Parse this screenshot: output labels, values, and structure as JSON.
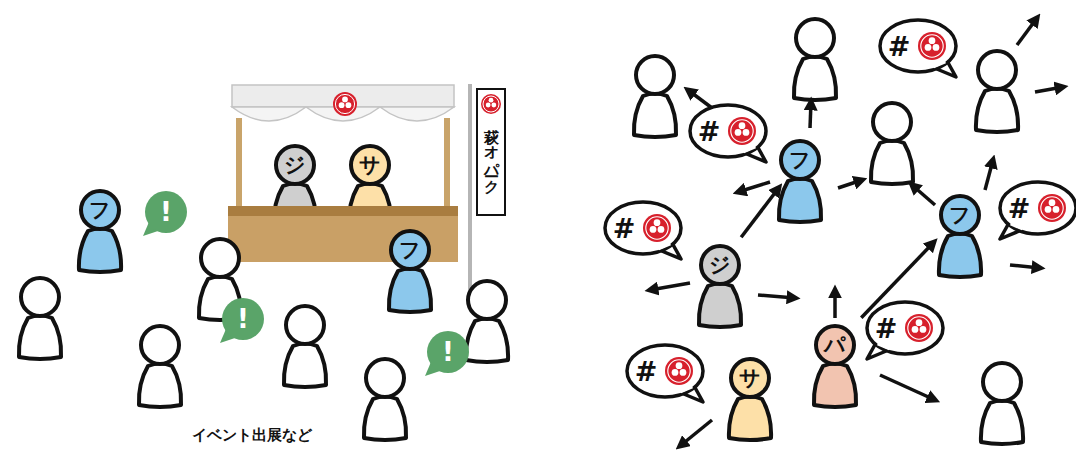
{
  "diagram": {
    "nodes": [
      {
        "text": [
          "萩ジオパーク"
        ]
      },
      {
        "text": [
          "ジ"
        ]
      },
      {
        "text": [
          "サ"
        ]
      },
      {
        "text": [
          "フ"
        ]
      },
      {
        "text": [
          "!"
        ]
      },
      {
        "text": [
          "フ"
        ]
      },
      {
        "text": [
          "!"
        ]
      },
      {
        "text": [
          "!"
        ]
      },
      {
        "text": [
          "#"
        ]
      },
      {
        "text": [
          "#"
        ]
      },
      {
        "text": [
          "フ"
        ]
      },
      {
        "text": [
          "#"
        ]
      },
      {
        "text": [
          "#"
        ]
      },
      {
        "text": [
          "フ"
        ]
      },
      {
        "text": [
          "ジ"
        ]
      },
      {
        "text": [
          "#"
        ]
      },
      {
        "text": [
          "パ"
        ]
      },
      {
        "text": [
          "#"
        ]
      },
      {
        "text": [
          "サ"
        ]
      }
    ],
    "edges": [
      {
        "from": 14,
        "to": 10,
        "arrow": "to"
      },
      {
        "from": 16,
        "to": 13,
        "arrow": "to"
      }
    ],
    "labels": [
      "イベント出展など"
    ]
  }
}
